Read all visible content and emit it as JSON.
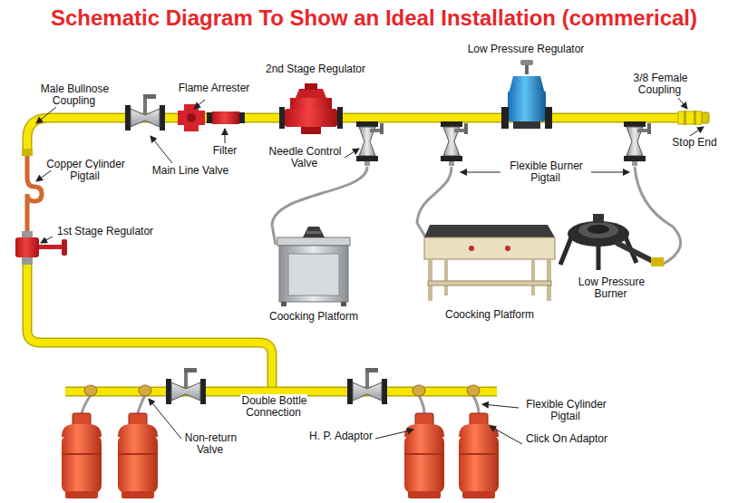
{
  "diagram": {
    "title": "Schematic Diagram To Show an Ideal Installation (commerical)",
    "labels": [
      "Low Pressure Regulator",
      "2nd Stage Regulator",
      "3/8 Female Coupling",
      "Male Bullnose Coupling",
      "Flame Arrester",
      "Filter",
      "Needle Control Valve",
      "Stop End",
      "Copper Cylinder Pigtail",
      "Main Line Valve",
      "Flexible Burner Pigtail",
      "1st Stage Regulator",
      "Low Pressure Burner",
      "Coocking Platform",
      "Coocking Platform",
      "Double Bottle Connection",
      "Non-return Valve",
      "H. P. Adaptor",
      "Flexible Cylinder Pigtail",
      "Click On Adaptor"
    ]
  }
}
